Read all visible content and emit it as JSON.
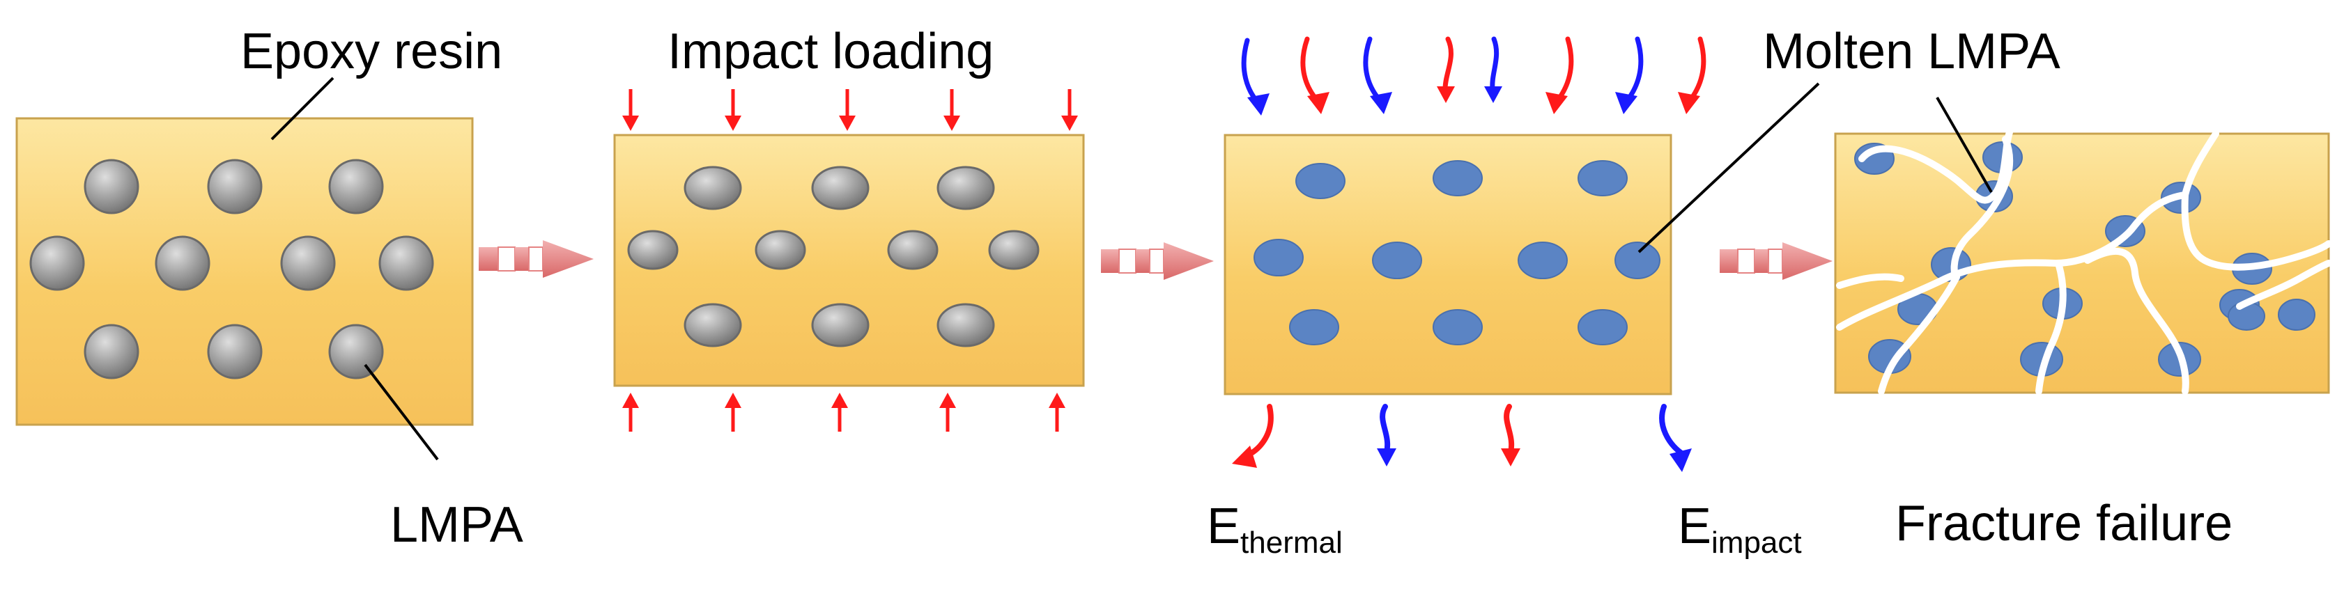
{
  "labels": {
    "epoxy_resin": "Epoxy resin",
    "impact_loading": "Impact loading",
    "molten_lmpa": "Molten LMPA",
    "lmpa": "LMPA",
    "fracture_failure": "Fracture failure",
    "e_thermal_main": "E",
    "e_thermal_sub": "thermal",
    "e_impact_main": "E",
    "e_impact_sub": "impact"
  },
  "colors": {
    "resin_light": "#fde9a6",
    "resin_mid": "#f9cf6e",
    "resin_edge": "#c8a24e",
    "particle_grey": "#9a9a9a",
    "particle_molten": "#5b84c4",
    "crack": "#ffffff",
    "arrow_red": "#ff1a1a",
    "arrow_blue": "#1a1aff",
    "process_arrow": "#e58383"
  },
  "stages": [
    "initial",
    "impact",
    "heating",
    "fracture"
  ]
}
